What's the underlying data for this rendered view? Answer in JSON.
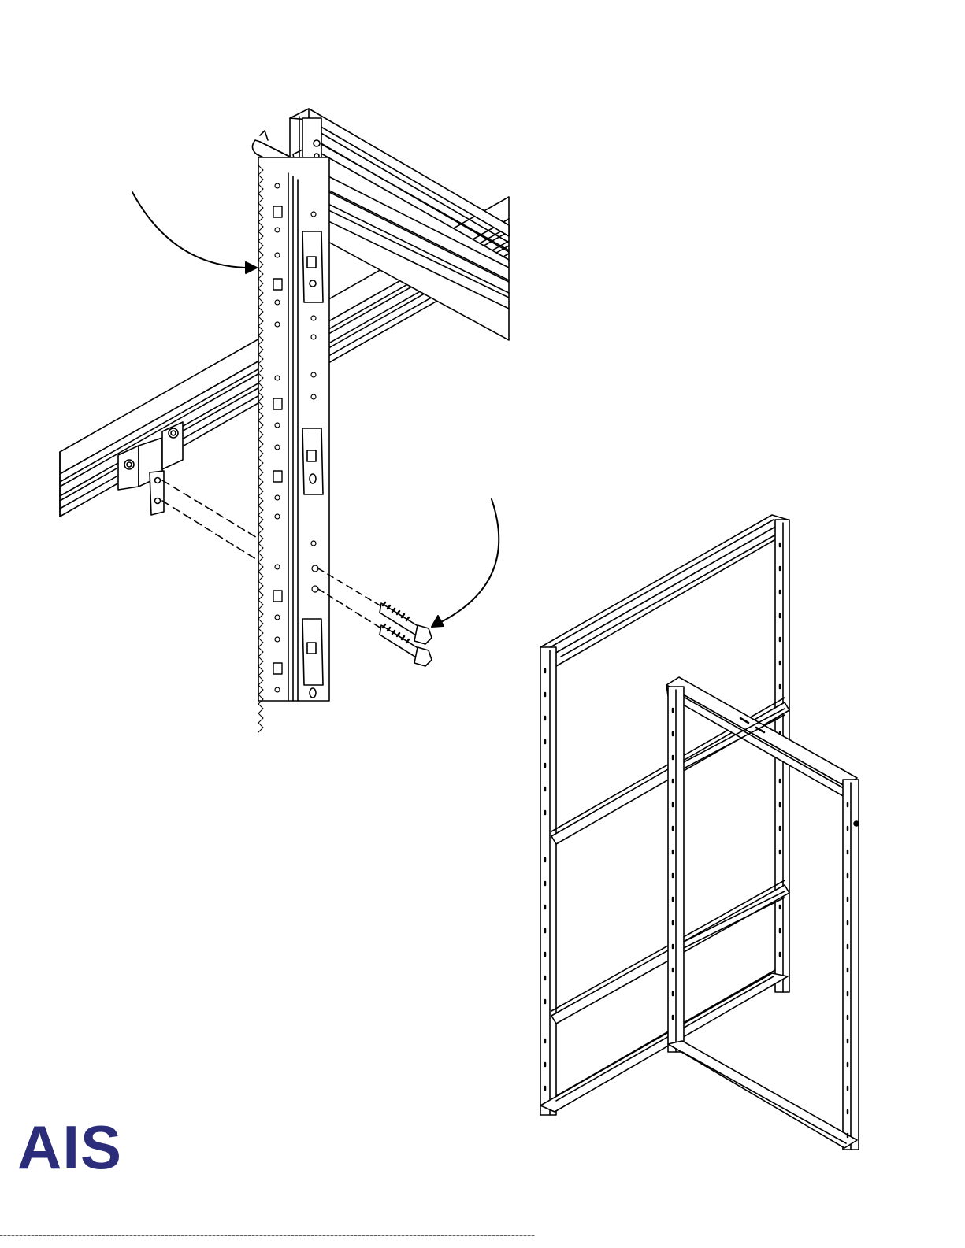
{
  "document": {
    "type": "assembly-instruction-page",
    "detail_view": {
      "parts": [
        "upright-post",
        "rail-beam",
        "top-cap",
        "connector-bracket",
        "hex-bolt",
        "hex-bolt"
      ],
      "callouts": [
        "callout-arrow-upright",
        "callout-arrow-bolts"
      ]
    },
    "overview_view": {
      "parts": [
        "rear-frame",
        "side-frame",
        "cross-rail-upper",
        "cross-rail-lower"
      ]
    }
  },
  "brand": {
    "logo_text": "AIS",
    "logo_color": "#2b2d7a"
  },
  "colors": {
    "line": "#000000",
    "background": "#ffffff"
  }
}
